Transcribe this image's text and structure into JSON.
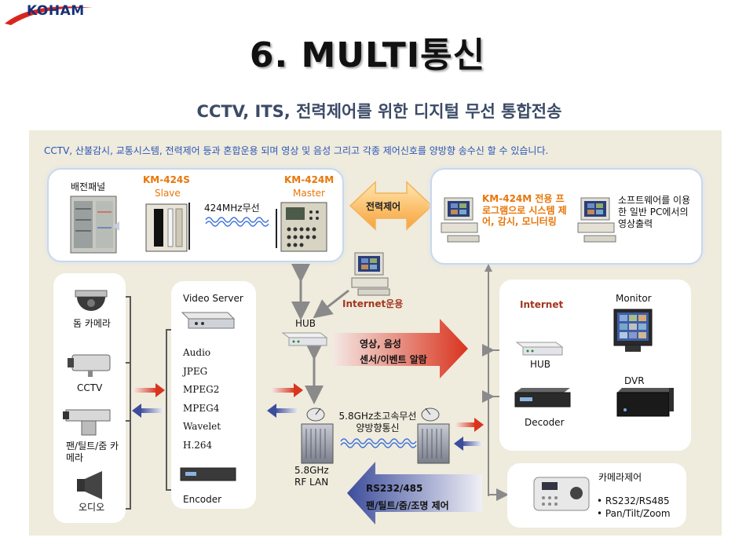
{
  "logo": {
    "text": "KOHAM",
    "swoosh_color": "#d9261c"
  },
  "title": "6. MULTI통신",
  "subtitle": "CCTV, ITS, 전력제어를 위한 디지털 무선 통합전송",
  "description": "CCTV, 산불감시, 교통시스템, 전력제어 등과 혼합운용 되며 영상 및 음성 그리고 각종 제어신호를 양방향 송수신 할 수 있습니다.",
  "top_left": {
    "panel_label": "배전패널",
    "slave_model": "KM-424S",
    "slave_label": "Slave",
    "master_model": "KM-424M",
    "master_label": "Master",
    "wireless_label": "424MHz무선"
  },
  "power_control": "전력제어",
  "top_right": {
    "program_text": "KM-424M 전용 프로그램으로 시스템 제어, 감시, 모니터링",
    "software_text": "소프트웨어를 이용한 일반 PC에서의 영상출력"
  },
  "internet_use": "Internet운용",
  "cameras": {
    "dome": "돔 카메라",
    "cctv": "CCTV",
    "ptz": "팬/틸트/줌 카메라",
    "audio": "오디오"
  },
  "video_server": {
    "title": "Video Server",
    "codecs": [
      "Audio",
      "JPEG",
      "MPEG2",
      "MPEG4",
      "Wavelet",
      "H.264"
    ],
    "encoder": "Encoder"
  },
  "hub_left": "HUB",
  "rf_lan": {
    "line1": "5.8GHz",
    "line2": "RF LAN"
  },
  "link_label": {
    "line1": "5.8GHz초고속무선",
    "line2": "양방향통신"
  },
  "arrow_right": {
    "line1": "영상, 음성",
    "line2": "센서/이벤트 알람"
  },
  "arrow_left": {
    "line1": "RS232/485",
    "line2": "팬/틸트/줌/조명 제어"
  },
  "right_group": {
    "internet": "Internet",
    "hub": "HUB",
    "monitor": "Monitor",
    "dvr": "DVR",
    "decoder": "Decoder"
  },
  "camera_control": {
    "title": "카메라제어",
    "items": [
      "RS232/RS485",
      "Pan/Tilt/Zoom"
    ]
  },
  "colors": {
    "panel_bg": "#efebdd",
    "description": "#2a55b8",
    "orange": "#e8760a",
    "arrow_red": "#d9341e",
    "arrow_navy": "#3c4d9c"
  }
}
